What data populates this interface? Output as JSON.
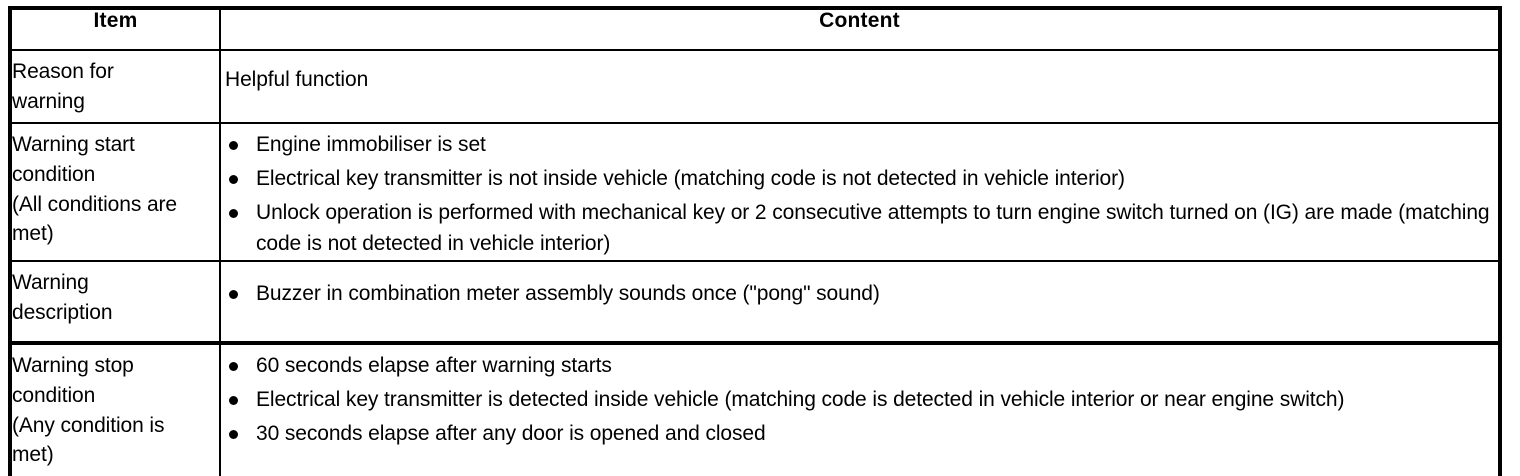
{
  "table": {
    "headers": {
      "item": "Item",
      "content": "Content"
    },
    "rows": [
      {
        "item": "Reason for\nwarning",
        "content_type": "text",
        "text": "Helpful function",
        "bullets": []
      },
      {
        "item": "Warning start\ncondition\n(All conditions are\nmet)",
        "content_type": "bullets",
        "text": "",
        "bullets": [
          "Engine immobiliser is set",
          "Electrical key transmitter is not inside vehicle (matching code is not detected in vehicle interior)",
          "Unlock operation is performed with mechanical key or 2 consecutive attempts to turn engine switch turned on (IG) are made (matching code is not detected in vehicle interior)"
        ]
      },
      {
        "item": "Warning\ndescription",
        "content_type": "bullets",
        "text": "",
        "bullets": [
          "Buzzer in combination meter assembly sounds once (\"pong\" sound)"
        ]
      },
      {
        "item": "Warning stop\ncondition\n(Any condition is\nmet)",
        "content_type": "bullets",
        "text": "",
        "bullets": [
          "60 seconds elapse after warning starts",
          "Electrical key transmitter is detected inside vehicle (matching code is detected in vehicle interior or near engine switch)",
          "30 seconds elapse after any door is opened and closed"
        ]
      }
    ]
  },
  "colors": {
    "border": "#000000",
    "text": "#000000",
    "background": "#ffffff"
  }
}
